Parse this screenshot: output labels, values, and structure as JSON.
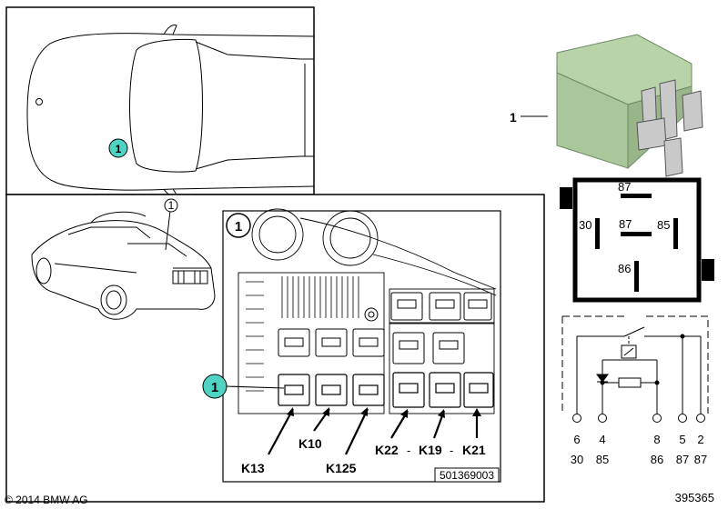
{
  "car_top_callout": "1",
  "car_side_callout": "1",
  "fusebox_callout": "1",
  "fusebox_relay_callout": "1",
  "relay_callout": "1",
  "relay_labels": {
    "upper_87": "87",
    "left_30": "30",
    "center_87": "87",
    "right_85": "85",
    "lower_86": "86"
  },
  "relay_slots": [
    {
      "label": "K13"
    },
    {
      "label": "K10"
    },
    {
      "label": "K125"
    },
    {
      "label": "K22"
    },
    {
      "label": "K19"
    },
    {
      "label": "K21"
    }
  ],
  "separator": "-",
  "picture_code": "501369003",
  "pins": {
    "top_row": [
      "6",
      "4",
      "8",
      "5",
      "2"
    ],
    "bottom_row": [
      "30",
      "85",
      "86",
      "87",
      "87"
    ]
  },
  "copyright": "© 2014 BMW AG",
  "diagram_number": "395365",
  "colors": {
    "callout_fill": "#4fd4c4",
    "relay_body": "#a9c79a"
  }
}
